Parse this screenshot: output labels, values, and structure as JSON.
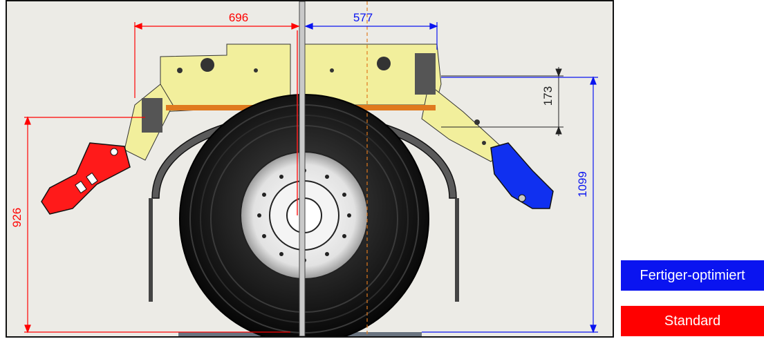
{
  "dimensions": {
    "red_width": "696",
    "blue_width": "577",
    "offset": "173",
    "red_height": "926",
    "blue_height": "1099"
  },
  "legend": {
    "optimized_label": "Fertiger-optimiert",
    "standard_label": "Standard"
  },
  "colors": {
    "optimized": "#0a14f0",
    "standard": "#ff0000",
    "background": "#ecebe6",
    "frame": "#f2ef9c"
  }
}
